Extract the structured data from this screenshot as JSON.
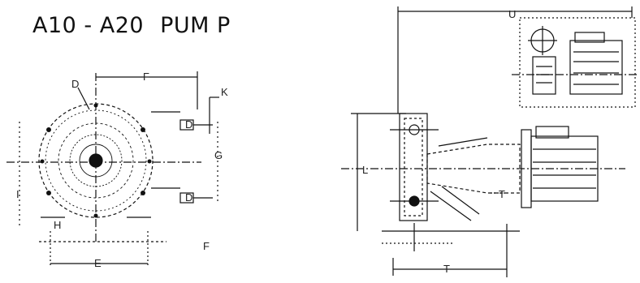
{
  "title": {
    "part1": "A10 - A20",
    "part2": "PUM P"
  },
  "dimension_labels": {
    "front_f": "F",
    "front_k": "K",
    "front_e": "E",
    "front_f_lower": "F",
    "front_g": "G",
    "front_inlet": "D",
    "front_outlet": "D",
    "front_d_right": "D",
    "front_l": "I",
    "front_h": "H",
    "side_u": "U",
    "side_t": "T",
    "side_t_low": "T",
    "side_l": "L"
  },
  "colors": {
    "ink": "#111111",
    "paper": "#ffffff"
  }
}
